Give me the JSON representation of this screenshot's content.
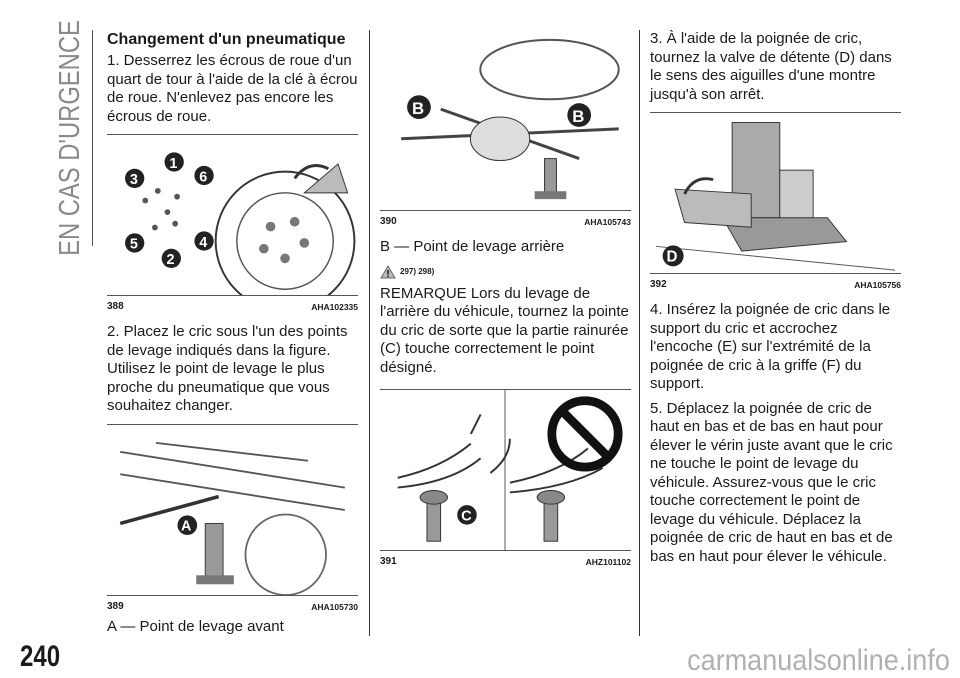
{
  "section_tab": "EN CAS D'URGENCE",
  "col1": {
    "heading": "Changement d'un pneumatique",
    "step1": "1. Desserrez les écrous de roue d'un quart de tour à l'aide de la clé à écrou de roue. N'enlevez pas encore les écrous de roue.",
    "fig388": {
      "number": "388",
      "code": "AHA102335",
      "labels": [
        "1",
        "2",
        "3",
        "4",
        "5",
        "6"
      ]
    },
    "step2": "2. Placez le cric sous l'un des points de levage indiqués dans la figure. Utilisez le point de levage le plus proche du pneumatique que vous souhaitez changer.",
    "fig389": {
      "number": "389",
      "code": "AHA105730",
      "label": "A"
    },
    "caption_a": "A — Point de levage avant"
  },
  "col2": {
    "fig390": {
      "number": "390",
      "code": "AHA105743",
      "label": "B"
    },
    "caption_b": "B — Point de levage arrière",
    "warning_refs": "297) 298)",
    "remarque": "REMARQUE  Lors du levage de l'arrière du véhicule, tournez la pointe du cric de sorte que la partie rainurée (C) touche correctement le point désigné.",
    "fig391": {
      "number": "391",
      "code": "AHZ101102",
      "label": "C"
    }
  },
  "col3": {
    "step3": "3. À l'aide de la poignée de cric, tournez la valve de détente (D) dans le sens des aiguilles d'une montre jusqu'à son arrêt.",
    "fig392": {
      "number": "392",
      "code": "AHA105756",
      "label": "D"
    },
    "step4": "4. Insérez la poignée de cric dans le support du cric et accrochez l'encoche (E) sur l'extrémité de la poignée de cric à la griffe (F) du support.",
    "step5": "5. Déplacez la poignée de cric de haut en bas et de bas en haut pour élever le vérin juste avant que le cric ne touche le point de levage du véhicule. Assurez-vous que le cric touche correctement le point de levage du véhicule. Déplacez la poignée de cric de haut en bas et de bas en haut pour élever le véhicule."
  },
  "page_number": "240",
  "watermark": "carmanualsonline.info"
}
